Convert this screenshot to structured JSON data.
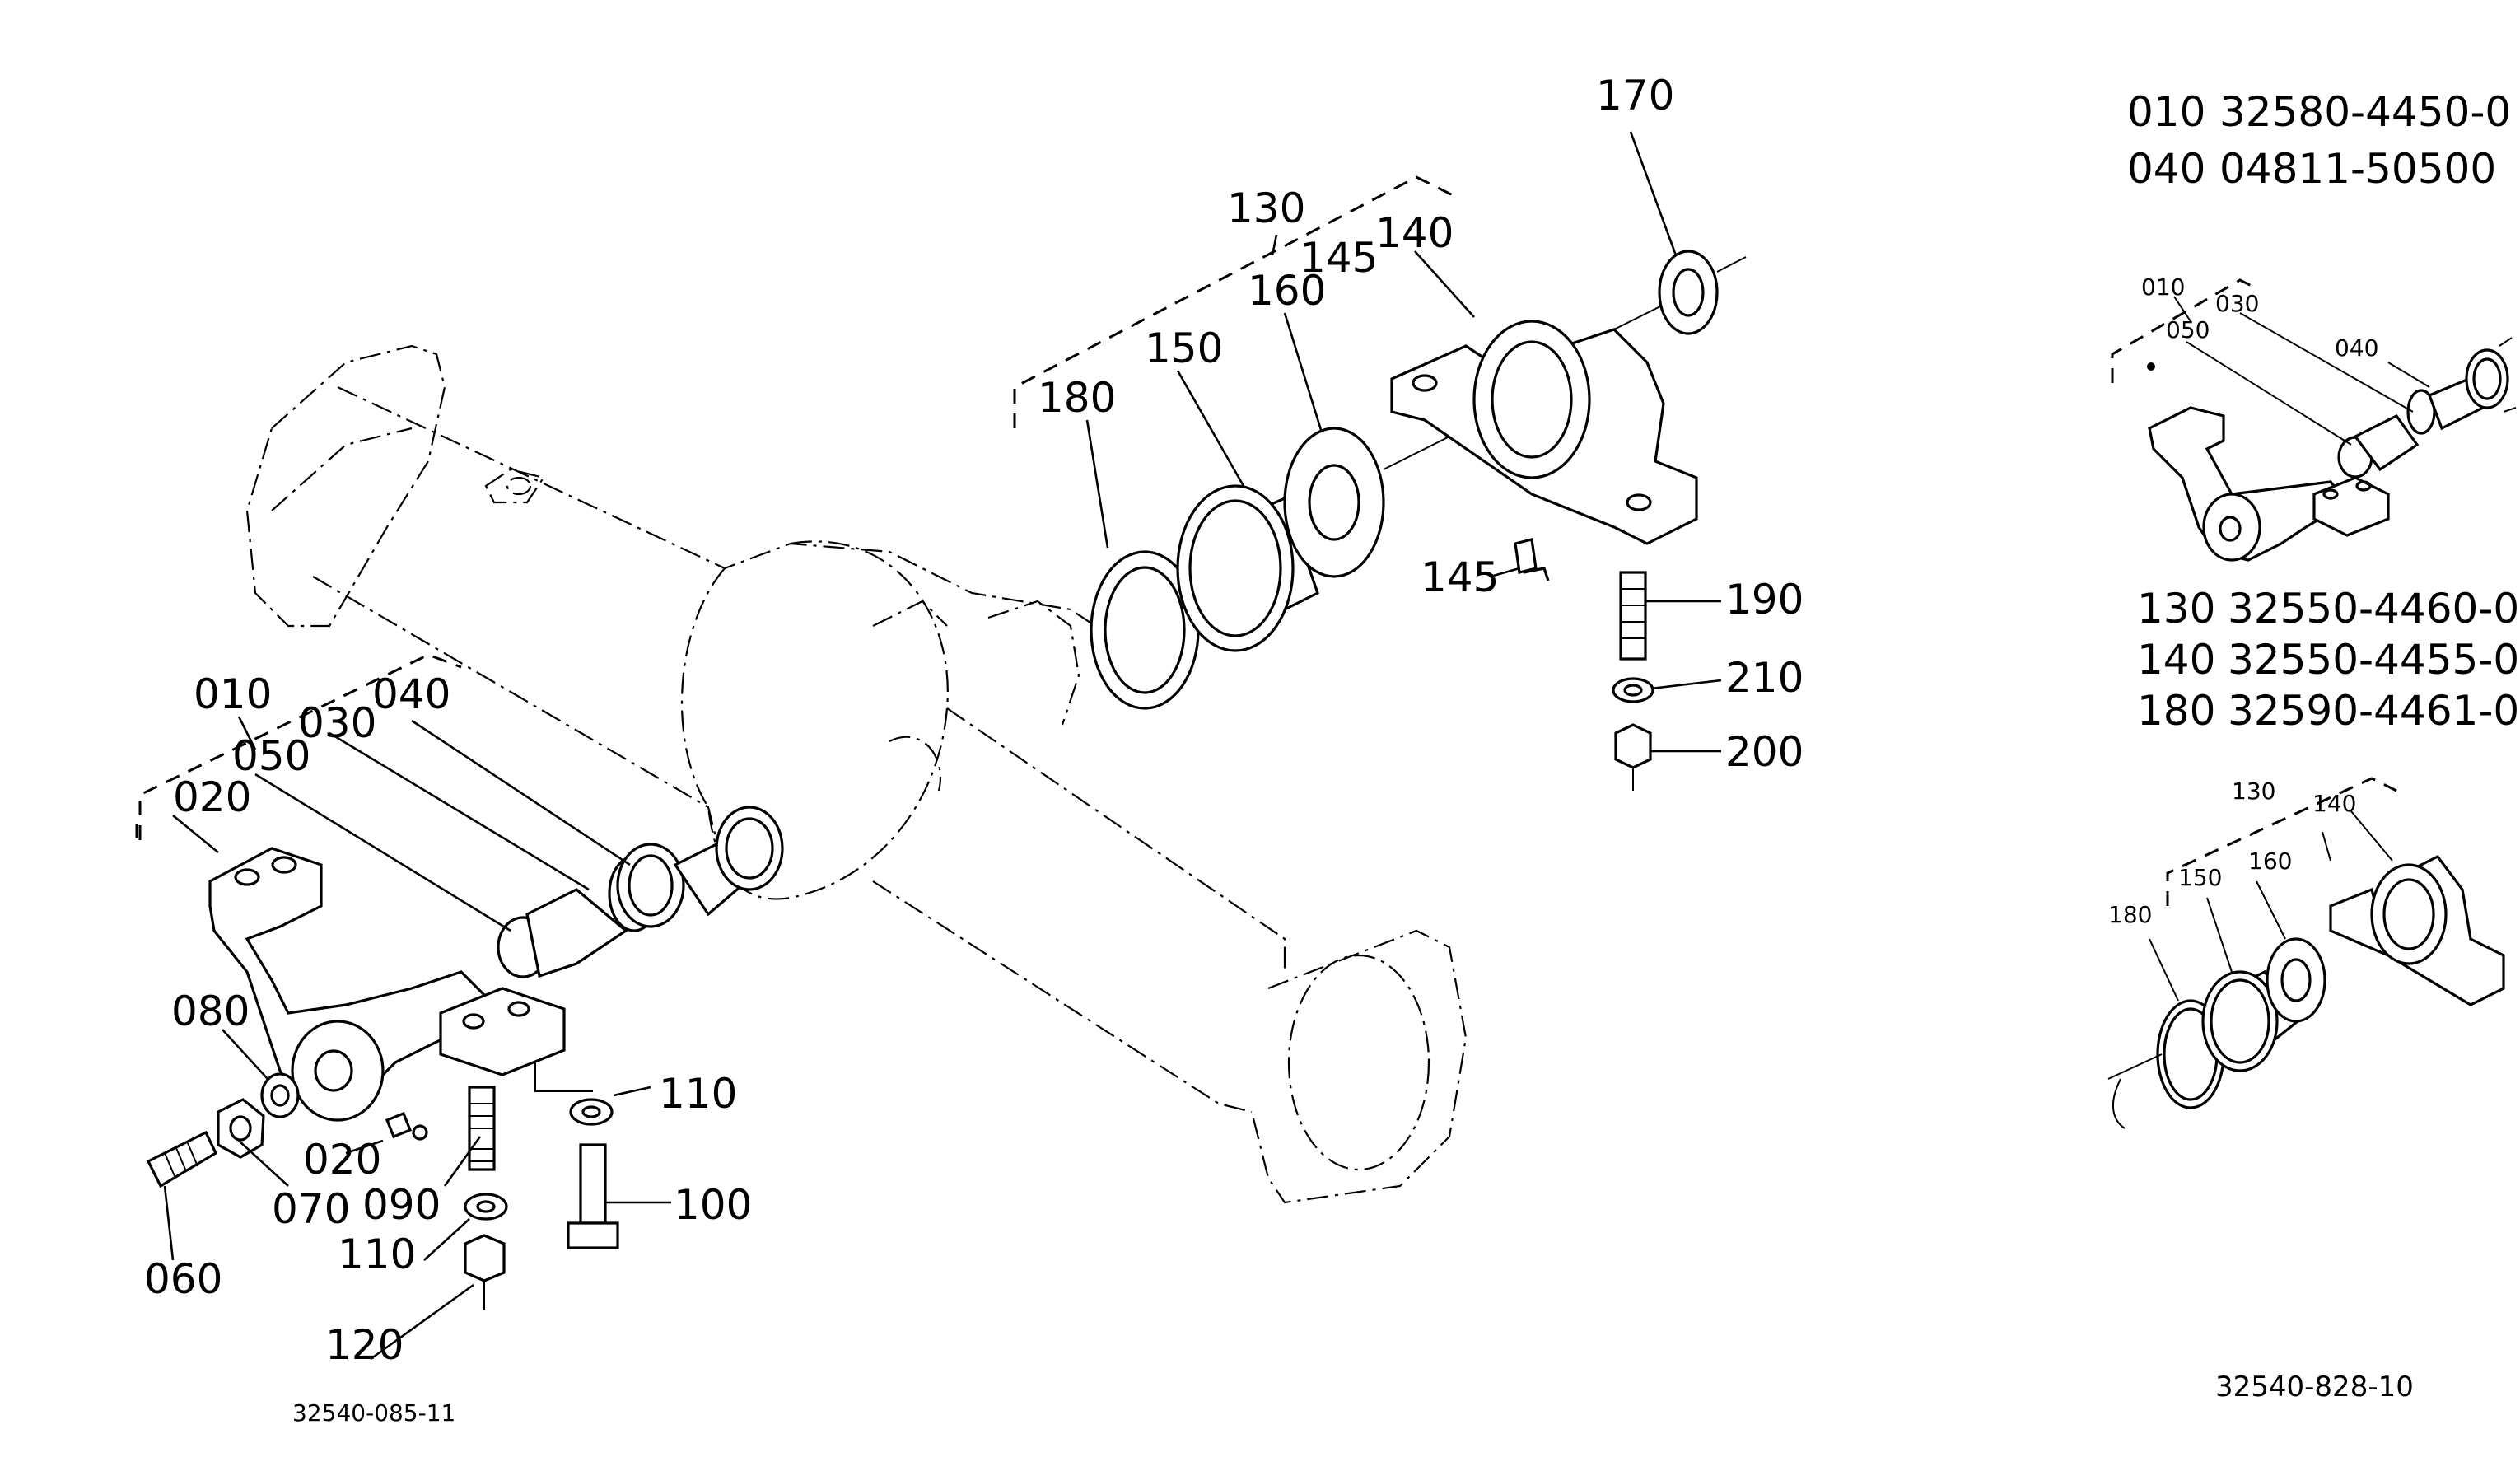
{
  "callouts": {
    "c170": "170",
    "c130": "130",
    "c145a": "145",
    "c140": "140",
    "c160": "160",
    "c150": "150",
    "c180": "180",
    "c145b": "145",
    "c190": "190",
    "c210": "210",
    "c200": "200",
    "c010": "010",
    "c040": "040",
    "c030": "030",
    "c050": "050",
    "c020a": "020",
    "c080": "080",
    "c020b": "020",
    "c070": "070",
    "c090": "090",
    "c060": "060",
    "c110a": "110",
    "c110b": "110",
    "c100": "100",
    "c120": "120"
  },
  "inset1": {
    "c010": "010",
    "c030": "030",
    "c050": "050",
    "c040": "040"
  },
  "inset2": {
    "c130": "130",
    "c140": "140",
    "c150": "150",
    "c160": "160",
    "c180": "180"
  },
  "part_numbers_top": [
    {
      "ref": "010",
      "number": "32580-4450-0"
    },
    {
      "ref": "040",
      "number": "04811-50500"
    }
  ],
  "part_numbers_mid": [
    {
      "ref": "130",
      "number": "32550-4460-0"
    },
    {
      "ref": "140",
      "number": "32550-4455-0"
    },
    {
      "ref": "180",
      "number": "32590-4461-0"
    }
  ],
  "drawing_code_left": "32540-085-11",
  "drawing_code_right": "32540-828-10"
}
